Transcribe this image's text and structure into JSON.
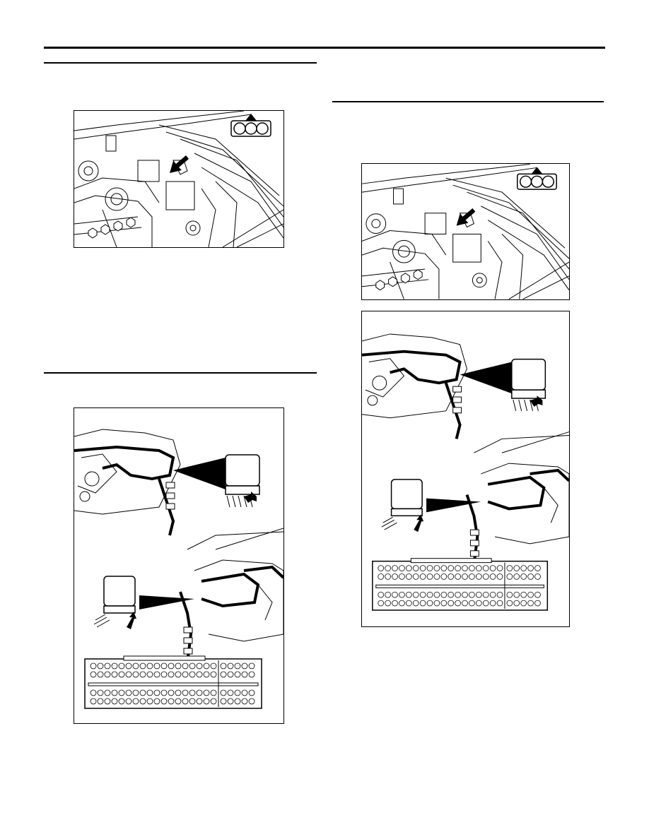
{
  "page": {
    "background": "#ffffff",
    "ink": "#000000"
  },
  "figures": [
    {
      "id": "engine-bay-left",
      "icon": "three-pin-connector-icon",
      "marker": "arrow-icon"
    },
    {
      "id": "dash-harness-left",
      "icon": "ecu-connector-icon",
      "marker": "arrow-icon"
    },
    {
      "id": "engine-bay-right",
      "icon": "three-pin-connector-icon",
      "marker": "arrow-icon"
    },
    {
      "id": "dash-harness-right",
      "icon": "ecu-connector-icon",
      "marker": "arrow-icon"
    }
  ]
}
